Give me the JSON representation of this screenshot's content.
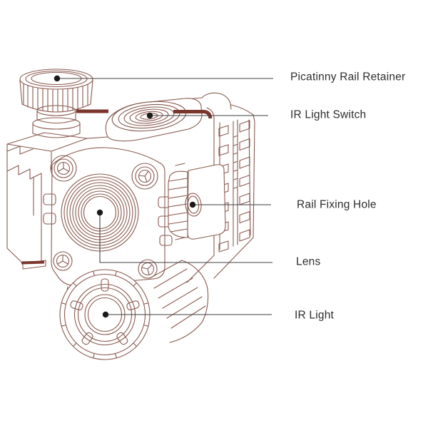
{
  "figure": {
    "kind": "labeled-parts-line-diagram"
  },
  "callouts": [
    {
      "id": "picatinny-rail-retainer",
      "label": "Picatinny Rail Retainer"
    },
    {
      "id": "ir-light-switch",
      "label": "IR Light Switch"
    },
    {
      "id": "rail-fixing-hole",
      "label": "Rail Fixing Hole"
    },
    {
      "id": "lens",
      "label": "Lens"
    },
    {
      "id": "ir-light",
      "label": "IR Light"
    }
  ],
  "colors": {
    "drawing_line": "#8a5a50",
    "drawing_accent": "#7a352c",
    "callout_line": "#3f3f3f",
    "label_text": "#2d2d2d",
    "background": "#ffffff"
  }
}
